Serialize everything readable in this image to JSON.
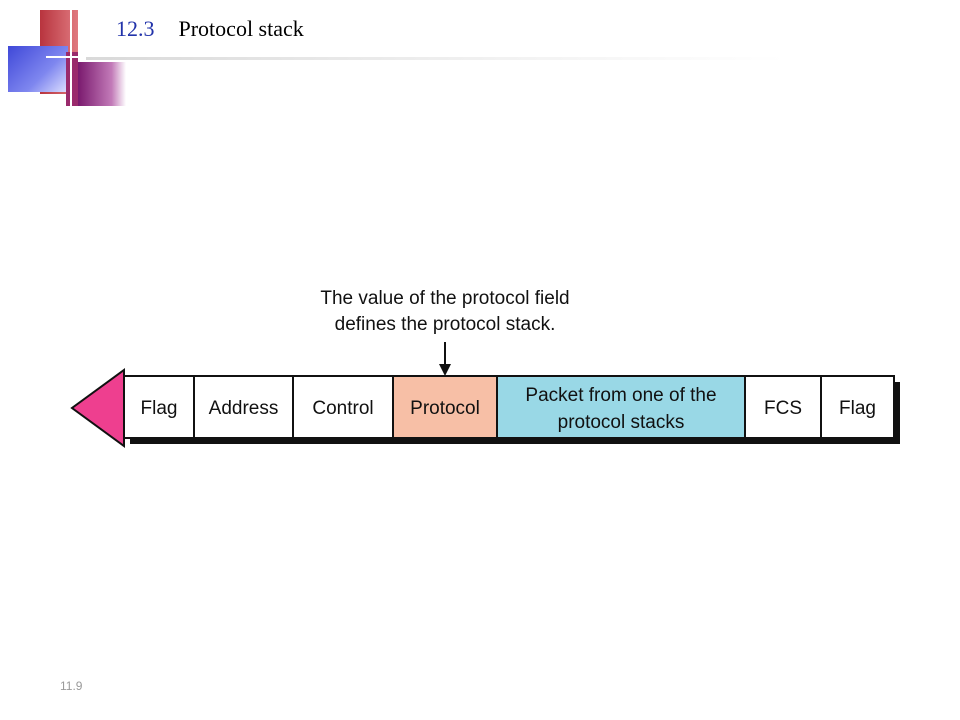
{
  "header": {
    "section_number": "12.3",
    "section_title": "Protocol stack"
  },
  "annotation": {
    "line1": "The value of the protocol field",
    "line2": "defines the protocol stack."
  },
  "frame": {
    "fields": [
      {
        "lines": [
          "Flag"
        ]
      },
      {
        "lines": [
          "Address"
        ]
      },
      {
        "lines": [
          "Control"
        ]
      },
      {
        "lines": [
          "Protocol"
        ]
      },
      {
        "lines": [
          "Packet from one of the",
          "protocol stacks"
        ]
      },
      {
        "lines": [
          "FCS"
        ]
      },
      {
        "lines": [
          "Flag"
        ]
      }
    ],
    "colors": {
      "protocol_field": "#f7bfa6",
      "packet_field": "#99d8e6",
      "arrow_head": "#ee3f8f"
    }
  },
  "footer": {
    "page_number": "11.9"
  }
}
